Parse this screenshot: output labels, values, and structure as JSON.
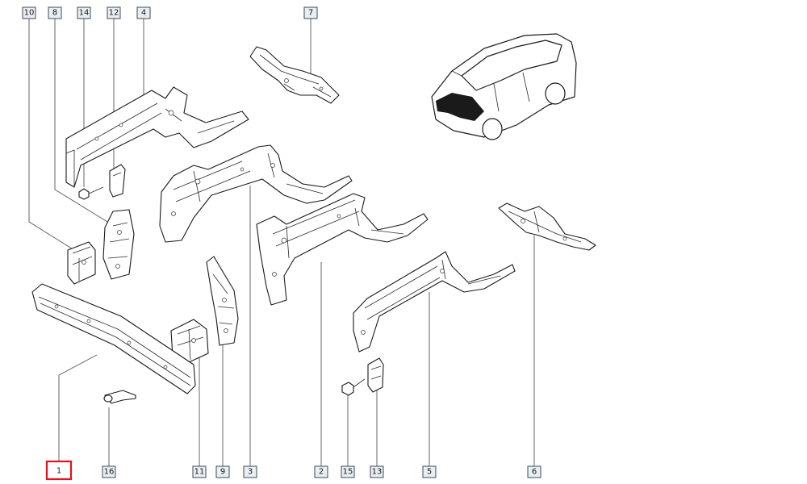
{
  "diagram": {
    "callouts": [
      {
        "id": "10",
        "label": "10",
        "highlighted": false
      },
      {
        "id": "8",
        "label": "8",
        "highlighted": false
      },
      {
        "id": "14",
        "label": "14",
        "highlighted": false
      },
      {
        "id": "12",
        "label": "12",
        "highlighted": false
      },
      {
        "id": "4",
        "label": "4",
        "highlighted": false
      },
      {
        "id": "7",
        "label": "7",
        "highlighted": false
      },
      {
        "id": "1",
        "label": "1",
        "highlighted": true
      },
      {
        "id": "16",
        "label": "16",
        "highlighted": false
      },
      {
        "id": "11",
        "label": "11",
        "highlighted": false
      },
      {
        "id": "9",
        "label": "9",
        "highlighted": false
      },
      {
        "id": "3",
        "label": "3",
        "highlighted": false
      },
      {
        "id": "2",
        "label": "2",
        "highlighted": false
      },
      {
        "id": "15",
        "label": "15",
        "highlighted": false
      },
      {
        "id": "13",
        "label": "13",
        "highlighted": false
      },
      {
        "id": "5",
        "label": "5",
        "highlighted": false
      },
      {
        "id": "6",
        "label": "6",
        "highlighted": false
      }
    ],
    "colors": {
      "line": "#1a1a1a",
      "callout_fill": "#e9eef3",
      "callout_border": "#3c4a5a",
      "highlight_border": "#e0141e"
    }
  }
}
